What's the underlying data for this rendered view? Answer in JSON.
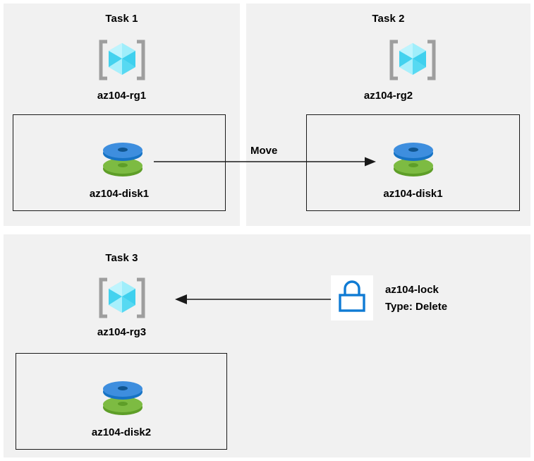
{
  "diagram": {
    "background_color": "#ffffff",
    "panel_color": "#f1f1f1",
    "accent_cube_color": "#6FE0F5",
    "accent_disk_blue": "#3E8EDE",
    "accent_disk_green": "#7DBB42",
    "accent_lock_blue": "#0F7BD4",
    "line_color": "#1a1a1a"
  },
  "panels": [
    {
      "id": "task1",
      "title": "Task 1",
      "resource_group": {
        "label": "az104-rg1",
        "icon": "resource-group-cube-icon"
      },
      "resource": {
        "label": "az104-disk1",
        "icon": "managed-disk-icon"
      }
    },
    {
      "id": "task2",
      "title": "Task 2",
      "resource_group": {
        "label": "az104-rg2",
        "icon": "resource-group-cube-icon"
      },
      "resource": {
        "label": "az104-disk1",
        "icon": "managed-disk-icon"
      }
    },
    {
      "id": "task3",
      "title": "Task 3",
      "resource_group": {
        "label": "az104-rg3",
        "icon": "resource-group-cube-icon"
      },
      "resource": {
        "label": "az104-disk2",
        "icon": "managed-disk-icon"
      }
    }
  ],
  "connectors": {
    "move": {
      "label": "Move",
      "direction": "right",
      "from": "task1-disk",
      "to": "task2-disk"
    },
    "lock_apply": {
      "direction": "left",
      "from": "lock",
      "to": "task3-resource-group"
    }
  },
  "lock": {
    "icon": "padlock-icon",
    "name": "az104-lock",
    "type_line": "Type: Delete"
  }
}
